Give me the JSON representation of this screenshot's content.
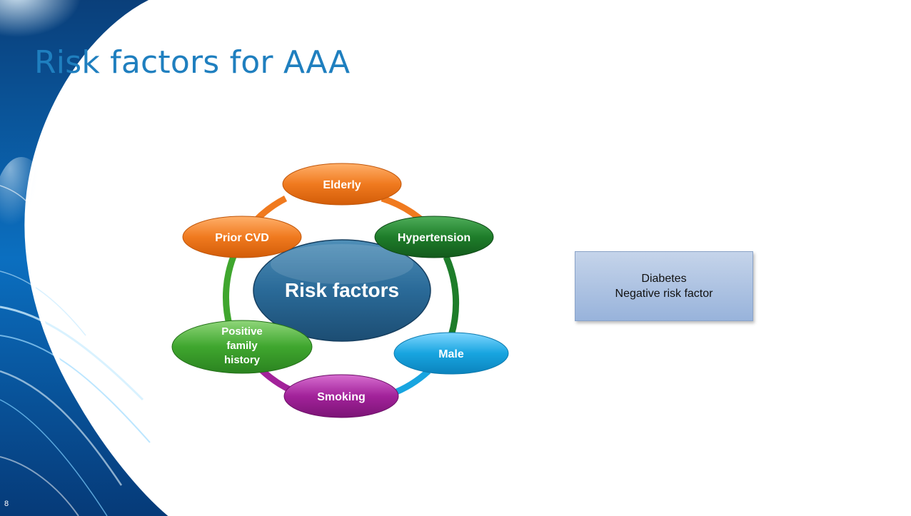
{
  "slide": {
    "title": "Risk factors for AAA",
    "slide_number": "8"
  },
  "diagram": {
    "center": {
      "label": "Risk factors"
    },
    "nodes": [
      {
        "id": "elderly",
        "lines": [
          "Elderly"
        ],
        "color": "#f07a1f"
      },
      {
        "id": "hypertension",
        "lines": [
          "Hypertension"
        ],
        "color": "#1e7d2a"
      },
      {
        "id": "male",
        "lines": [
          "Male"
        ],
        "color": "#18a5e0"
      },
      {
        "id": "smoking",
        "lines": [
          "Smoking"
        ],
        "color": "#a2229a"
      },
      {
        "id": "family-history",
        "lines": [
          "Positive",
          "family",
          "history"
        ],
        "color": "#3fa62e"
      },
      {
        "id": "prior-cvd",
        "lines": [
          "Prior CVD"
        ],
        "color": "#f07a1f"
      }
    ]
  },
  "callout": {
    "line1": "Diabetes",
    "line2": "Negative risk factor"
  }
}
